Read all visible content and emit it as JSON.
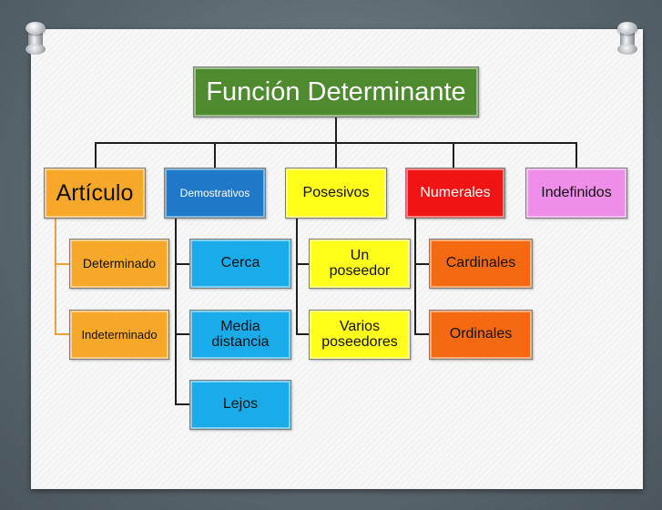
{
  "diagram": {
    "root": {
      "label": "Función Determinante",
      "color": "#4e8a2e"
    },
    "categories": [
      {
        "label": "Artículo",
        "color": "#f7a828",
        "children": [
          "Determinado",
          "Indeterminado"
        ]
      },
      {
        "label": "Demostrativos",
        "color": "#1f78c8",
        "children": [
          "Cerca",
          "Media distancia",
          "Lejos"
        ]
      },
      {
        "label": "Posesivos",
        "color": "#ffff1a",
        "children": [
          "Un poseedor",
          "Varios poseedores"
        ]
      },
      {
        "label": "Numerales",
        "color": "#f01414",
        "children": [
          "Cardinales",
          "Ordinales"
        ]
      },
      {
        "label": "Indefinidos",
        "color": "#ee8ee8",
        "children": []
      }
    ],
    "child_colors": {
      "Artículo": "#f7a828",
      "Demostrativos": "#1aabea",
      "Posesivos": "#ffff1a",
      "Numerales": "#f56a10"
    }
  }
}
